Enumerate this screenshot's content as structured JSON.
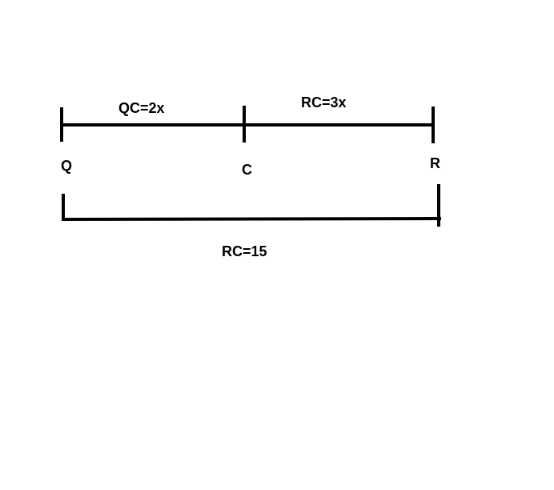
{
  "diagram": {
    "segment_labels": {
      "qc": "QC=2x",
      "rc": "RC=3x",
      "total": "RC=15"
    },
    "points": {
      "q": "Q",
      "c": "C",
      "r": "R"
    },
    "colors": {
      "line": "#000000",
      "background": "#ffffff"
    }
  }
}
